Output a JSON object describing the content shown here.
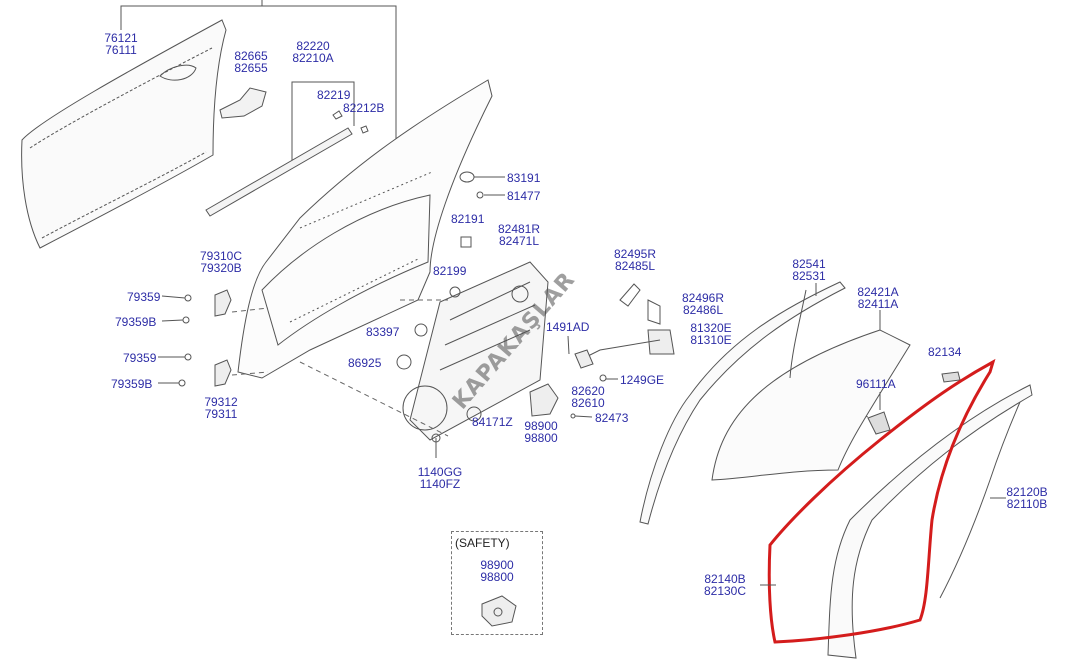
{
  "watermark": "KAPAKAŞLAR",
  "colors": {
    "label": "#2d2da6",
    "line": "#555555",
    "highlight": "#d41c1c"
  },
  "safety": {
    "title": "(SAFETY)",
    "codes": [
      "98900",
      "98800"
    ]
  },
  "callouts": {
    "outer_panel": [
      "76121",
      "76111"
    ],
    "outside_handle": [
      "82665",
      "82655"
    ],
    "weatherstrip_belt": [
      "82220",
      "82210A"
    ],
    "clip_a": "82219",
    "clip_b": "82212B",
    "plug_a": "83191",
    "bolt_a": "81477",
    "plug_b": "82191",
    "module_panel": [
      "82481R",
      "82471L"
    ],
    "plug_c": "82199",
    "hinge_upper": [
      "79310C",
      "79320B"
    ],
    "bolt_hu1": "79359",
    "bolt_hu2": "79359B",
    "hinge_lower_bolt1": "79359",
    "hinge_lower_bolt2": "79359B",
    "hinge_lower": [
      "79312",
      "79311"
    ],
    "plug_d": "83397",
    "plug_e": "86925",
    "rod": [
      "82495R",
      "82485L"
    ],
    "inside_handle_bracket": [
      "82496R",
      "82486L"
    ],
    "latch": [
      "81320E",
      "81310E"
    ],
    "clip_c": "1491AD",
    "cable": [
      "82620",
      "82610"
    ],
    "screw_a": "1249GE",
    "screw_b": "82473",
    "regulator_motor": [
      "98900",
      "98800"
    ],
    "grommet": "84171Z",
    "bolt_b": [
      "1140GG",
      "1140FZ"
    ],
    "channel": [
      "82541",
      "82531"
    ],
    "glass": [
      "82421A",
      "82411A"
    ],
    "trim": "82134",
    "delta_cover": "96111A",
    "door_seal": [
      "82120B",
      "82110B"
    ],
    "body_seal": [
      "82140B",
      "82130C"
    ]
  }
}
